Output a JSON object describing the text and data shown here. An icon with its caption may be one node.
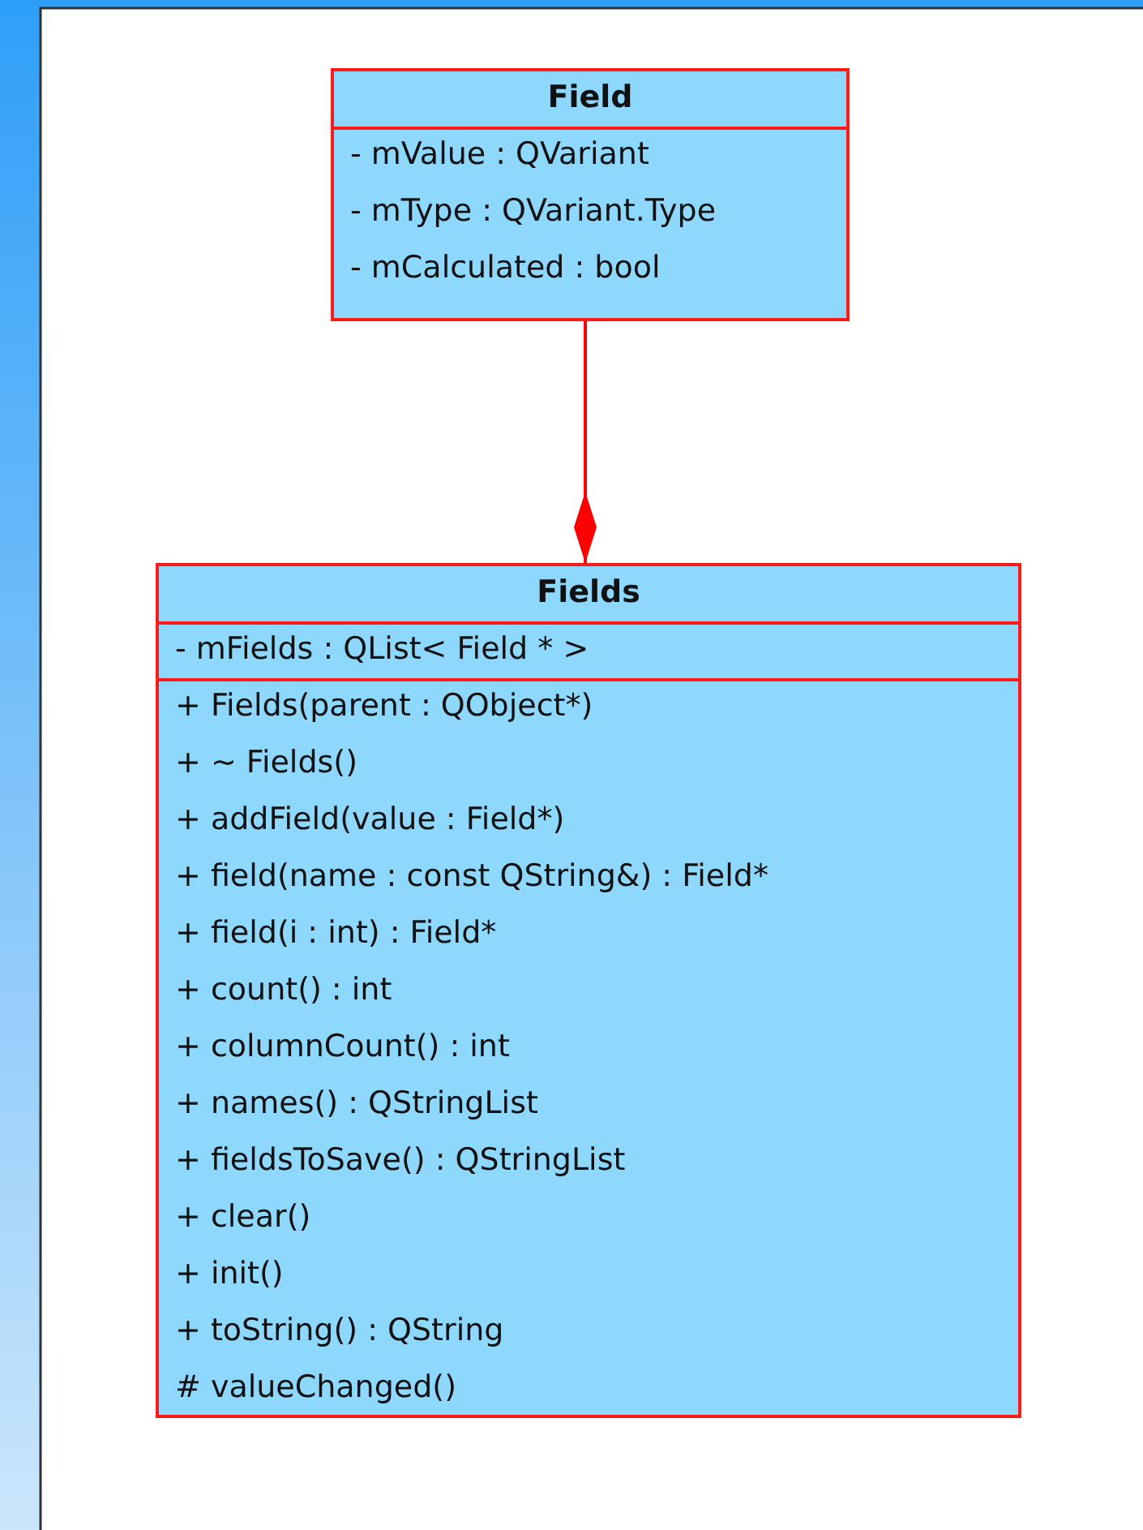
{
  "diagram": {
    "nodes": [
      {
        "text": [
          "Field",
          "- mValue : QVariant",
          "- mType : QVariant.Type",
          "- mCalculated : bool"
        ]
      },
      {
        "text": [
          "Fields",
          "- mFields : QList< Field * >",
          "+ Fields(parent : QObject*)",
          "+ ~ Fields()",
          "+ addField(value : Field*)",
          "+ field(name : const QString&) : Field*",
          "+ field(i : int) : Field*",
          "+ count() : int",
          "+ columnCount() : int",
          "+ names() : QStringList",
          "+ fieldsToSave() : QStringList",
          "+ clear()",
          "+ init()",
          "+ toString() : QString",
          "# valueChanged()"
        ]
      }
    ],
    "edges": [
      {
        "from": 0,
        "to": 1,
        "arrow": "other"
      }
    ]
  }
}
